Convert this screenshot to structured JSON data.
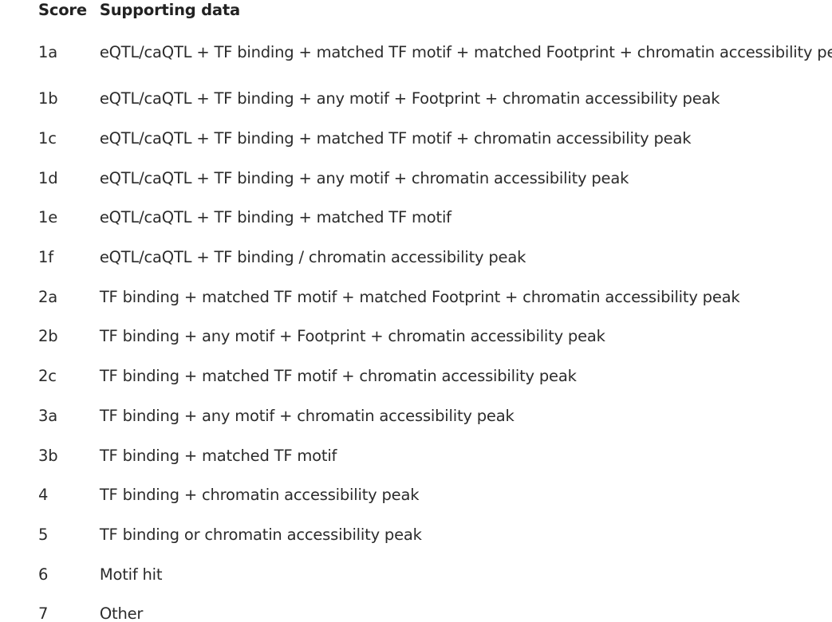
{
  "table": {
    "headers": {
      "score": "Score",
      "supporting": "Supporting data"
    },
    "rows": [
      {
        "score": "1a",
        "supporting": "eQTL/caQTL + TF binding + matched TF motif + matched Footprint + chromatin accessibility peak"
      },
      {
        "score": "1b",
        "supporting": "eQTL/caQTL + TF binding + any motif + Footprint + chromatin accessibility peak"
      },
      {
        "score": "1c",
        "supporting": "eQTL/caQTL + TF binding + matched TF motif + chromatin accessibility peak"
      },
      {
        "score": "1d",
        "supporting": "eQTL/caQTL + TF binding + any motif + chromatin accessibility peak"
      },
      {
        "score": "1e",
        "supporting": "eQTL/caQTL + TF binding + matched TF motif"
      },
      {
        "score": "1f",
        "supporting": "eQTL/caQTL + TF binding / chromatin accessibility peak"
      },
      {
        "score": "2a",
        "supporting": "TF binding + matched TF motif + matched Footprint + chromatin accessibility peak"
      },
      {
        "score": "2b",
        "supporting": "TF binding + any motif + Footprint + chromatin accessibility peak"
      },
      {
        "score": "2c",
        "supporting": "TF binding + matched TF motif + chromatin accessibility peak"
      },
      {
        "score": "3a",
        "supporting": "TF binding + any motif + chromatin accessibility peak"
      },
      {
        "score": "3b",
        "supporting": "TF binding + matched TF motif"
      },
      {
        "score": "4",
        "supporting": "TF binding + chromatin accessibility peak"
      },
      {
        "score": "5",
        "supporting": "TF binding or chromatin accessibility peak"
      },
      {
        "score": "6",
        "supporting": "Motif hit"
      },
      {
        "score": "7",
        "supporting": "Other"
      }
    ]
  }
}
